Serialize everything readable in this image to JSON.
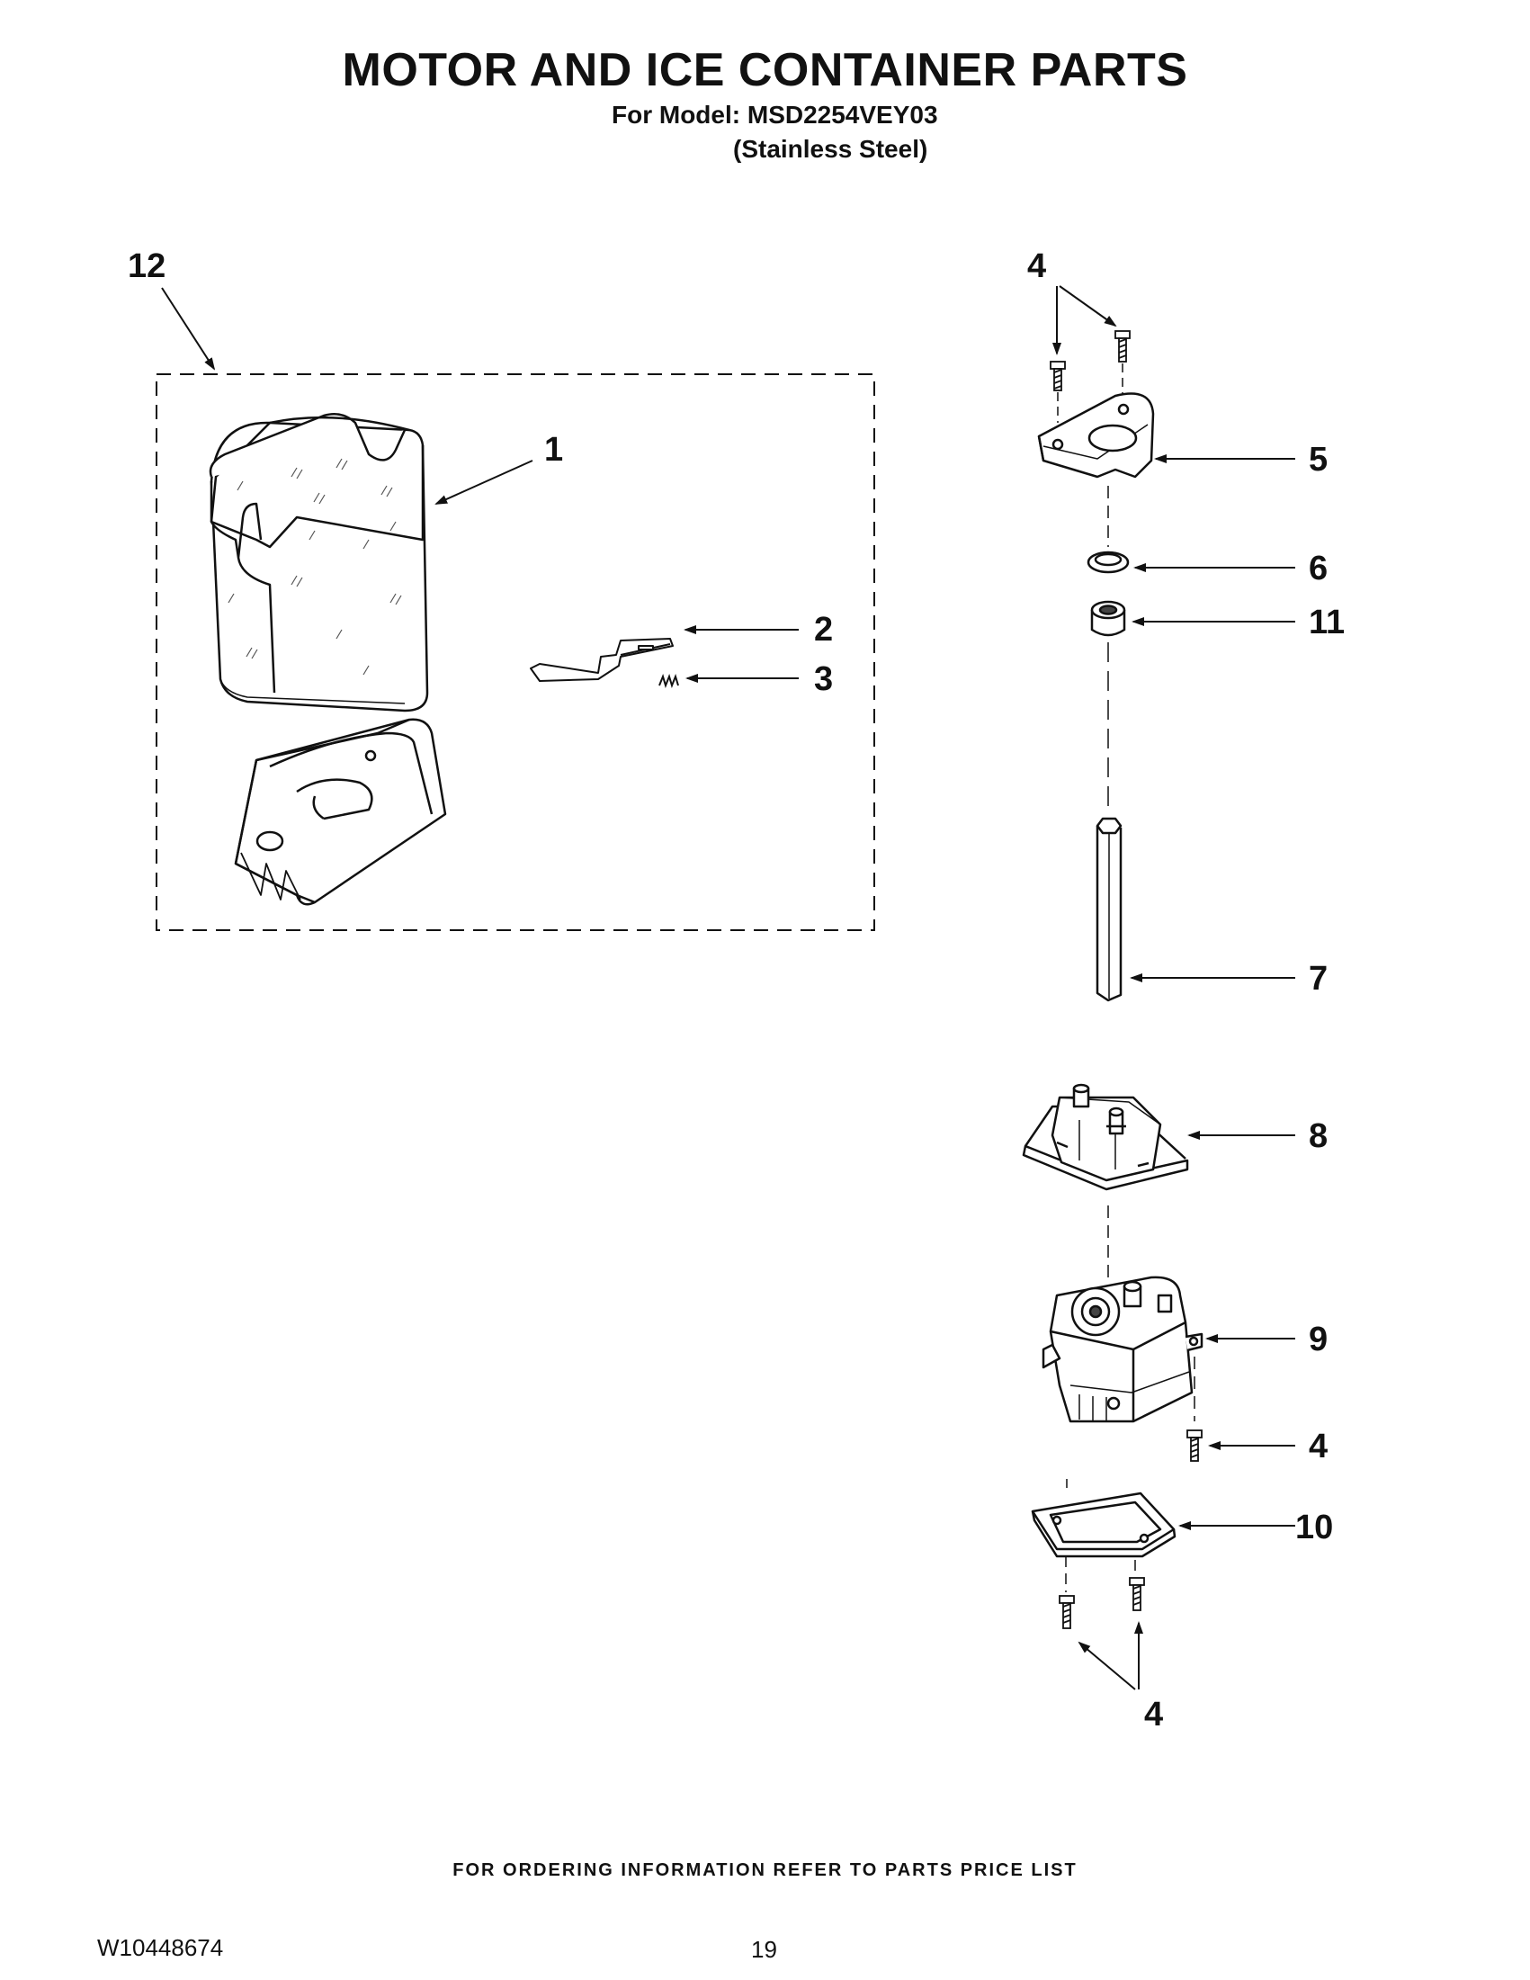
{
  "header": {
    "title": "MOTOR AND ICE CONTAINER PARTS",
    "model_line": "For Model: MSD2254VEY03",
    "finish_line": "(Stainless Steel)"
  },
  "callouts": {
    "c1": "1",
    "c2": "2",
    "c3": "3",
    "c4a": "4",
    "c4b": "4",
    "c4c": "4",
    "c5": "5",
    "c6": "6",
    "c7": "7",
    "c8": "8",
    "c9": "9",
    "c10": "10",
    "c11": "11",
    "c12": "12"
  },
  "footer": {
    "ordering_note": "FOR ORDERING INFORMATION REFER TO PARTS PRICE LIST",
    "doc_number": "W10448674",
    "page_number": "19"
  }
}
